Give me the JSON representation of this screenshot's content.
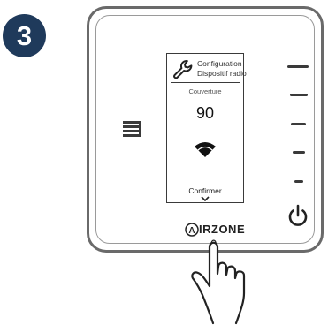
{
  "step": {
    "number": "3"
  },
  "device": {
    "brand": {
      "logo_letter": "A",
      "name_rest": "IRZONE"
    },
    "screen": {
      "header_line1": "Configuration",
      "header_line2": "Dispositif radio",
      "parameter_label": "Couverture",
      "parameter_value": "90",
      "confirm_label": "Confirmer"
    },
    "icons": [
      "wrench-icon",
      "wifi-icon",
      "chevron-down-icon",
      "menu-lines-icon",
      "power-icon",
      "pointing-hand-icon"
    ],
    "side_buttons": [
      "button-1",
      "button-2",
      "button-3",
      "button-4",
      "button-5"
    ]
  },
  "colors": {
    "badge": "#1f3a5b",
    "outline": "#3a3a3a"
  }
}
